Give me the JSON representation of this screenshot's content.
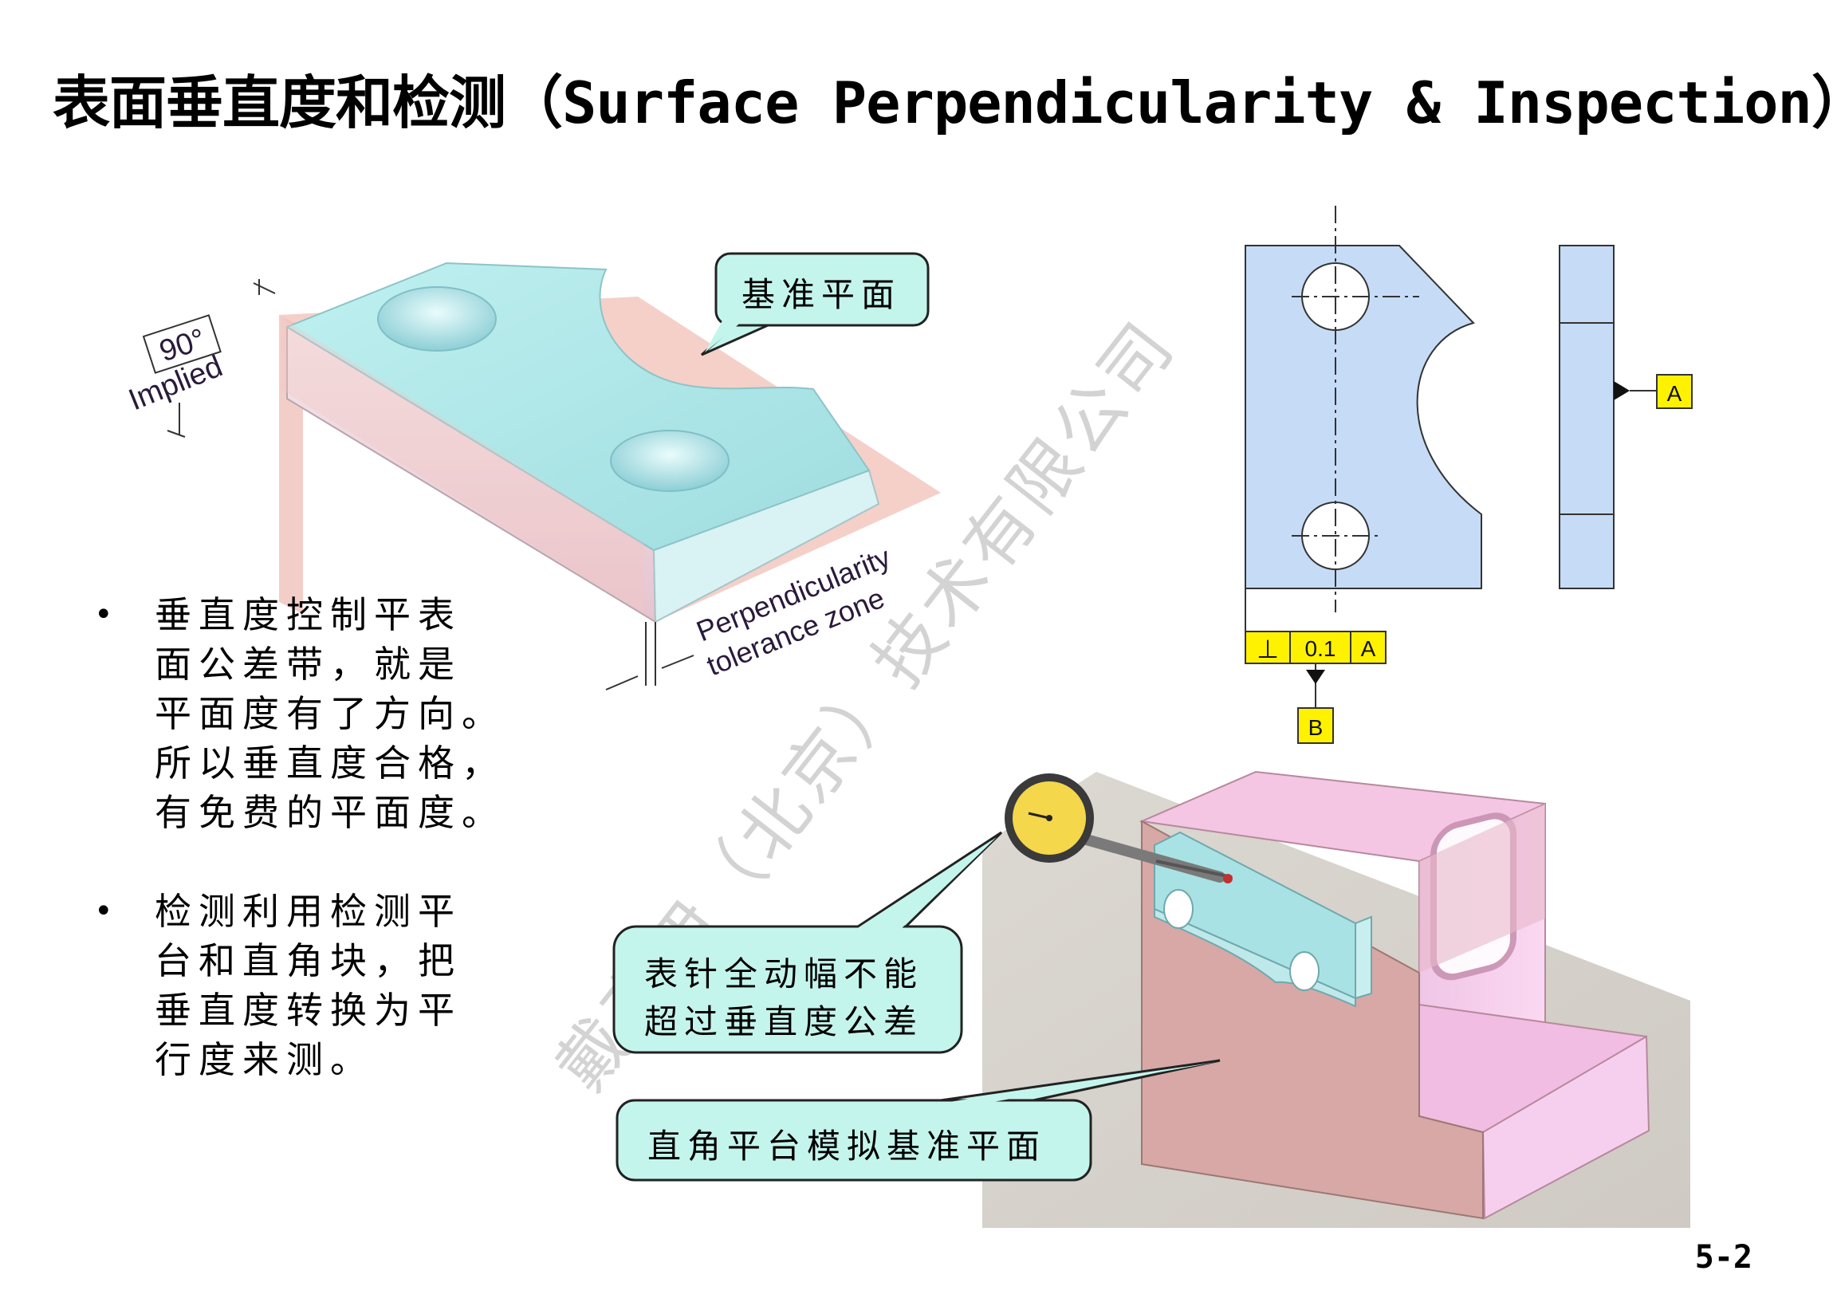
{
  "page": {
    "title": "表面垂直度和检测（Surface Perpendicularity & Inspection）",
    "page_number": "5-2",
    "watermark": "戴克伊（北京）技术有限公司"
  },
  "bullets": [
    {
      "lines": [
        "垂直度控制平表",
        "面公差带，就是",
        "平面度有了方向。",
        "所以垂直度合格，",
        "有免费的平面度。"
      ]
    },
    {
      "lines": [
        "检测利用检测平",
        "台和直角块，把",
        "垂直度转换为平",
        "行度来测。"
      ]
    }
  ],
  "callouts": {
    "datum_plane": "基准平面",
    "indicator": [
      "表针全动幅不能",
      "超过垂直度公差"
    ],
    "angle_plate": "直角平台模拟基准平面"
  },
  "iso_drawing": {
    "angle_label": "90°",
    "implied_label": "Implied",
    "zone_label_1": "Perpendicularity",
    "zone_label_2": "tolerance zone"
  },
  "fcf": {
    "symbol": "⊥",
    "tolerance": "0.1",
    "datum_ref": "A",
    "datum_a": "A",
    "datum_b": "B"
  },
  "colors": {
    "part_cyan": "#a8e4e6",
    "zone_pink": "#f2c4be",
    "view_blue": "#c6dcf6",
    "callout_fill": "#c4f5ec",
    "fcf_yellow": "#fff200",
    "angle_plate": "#d7a8a6"
  }
}
